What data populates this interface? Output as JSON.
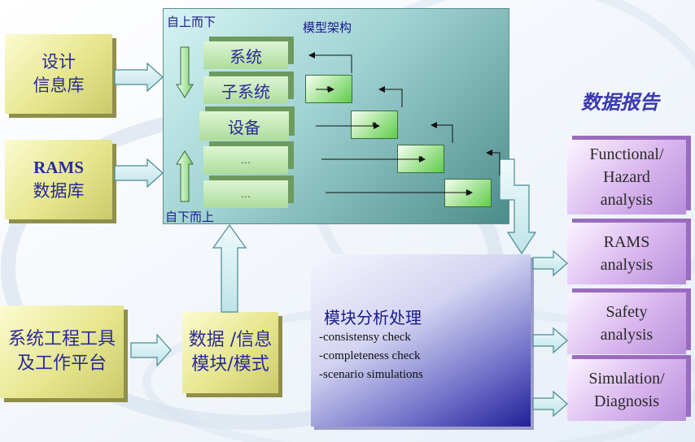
{
  "inputs": {
    "design_db": {
      "line1": "设计",
      "line2": "信息库"
    },
    "rams_db": {
      "line1": "RAMS",
      "line2": "数据库"
    },
    "tools": {
      "line1": "系统工程工具",
      "line2": "及工作平台"
    },
    "data_module": {
      "line1": "数据 /信息",
      "line2": "模块/模式"
    }
  },
  "model": {
    "title": "模型架构",
    "top_down": "自上而下",
    "bottom_up": "自下而上",
    "layers": [
      "系统",
      "子系统",
      "设备",
      "…",
      "…"
    ],
    "nodes": [
      "n",
      "n",
      "n",
      "n"
    ]
  },
  "process": {
    "title": "模块分析处理",
    "items": [
      "-consistensy check",
      "-completeness check",
      "-scenario simulations"
    ]
  },
  "report": {
    "title": "数据报告",
    "outputs": [
      {
        "lines": [
          "Functional/",
          "Hazard",
          "analysis"
        ]
      },
      {
        "lines": [
          "RAMS",
          "analysis"
        ]
      },
      {
        "lines": [
          "Safety",
          "analysis"
        ]
      },
      {
        "lines": [
          "Simulation/",
          "Diagnosis"
        ]
      }
    ]
  },
  "colors": {
    "text_blue": "#2a2a9a",
    "input_box": "#e6e68e",
    "layer_green": "#aedc9c",
    "output_purple": "#d9b6ee",
    "arrow_fill": "#d2eef1"
  }
}
